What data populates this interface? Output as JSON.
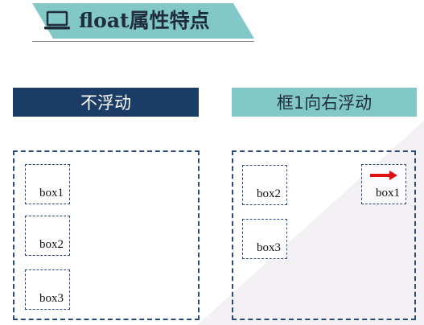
{
  "header": {
    "title": "float属性特点",
    "icon": "laptop-icon"
  },
  "panels": {
    "left": {
      "label": "不浮动",
      "boxes": [
        "box1",
        "box2",
        "box3"
      ]
    },
    "right": {
      "label": "框1向右浮动",
      "boxes": [
        "box2",
        "box3",
        "box1"
      ]
    }
  },
  "colors": {
    "header_bg": "#82c8c8",
    "label_left_bg": "#1b3c66",
    "label_right_bg": "#82c8c8",
    "dashed_border": "#2c4a7a",
    "arrow": "#e01010"
  }
}
